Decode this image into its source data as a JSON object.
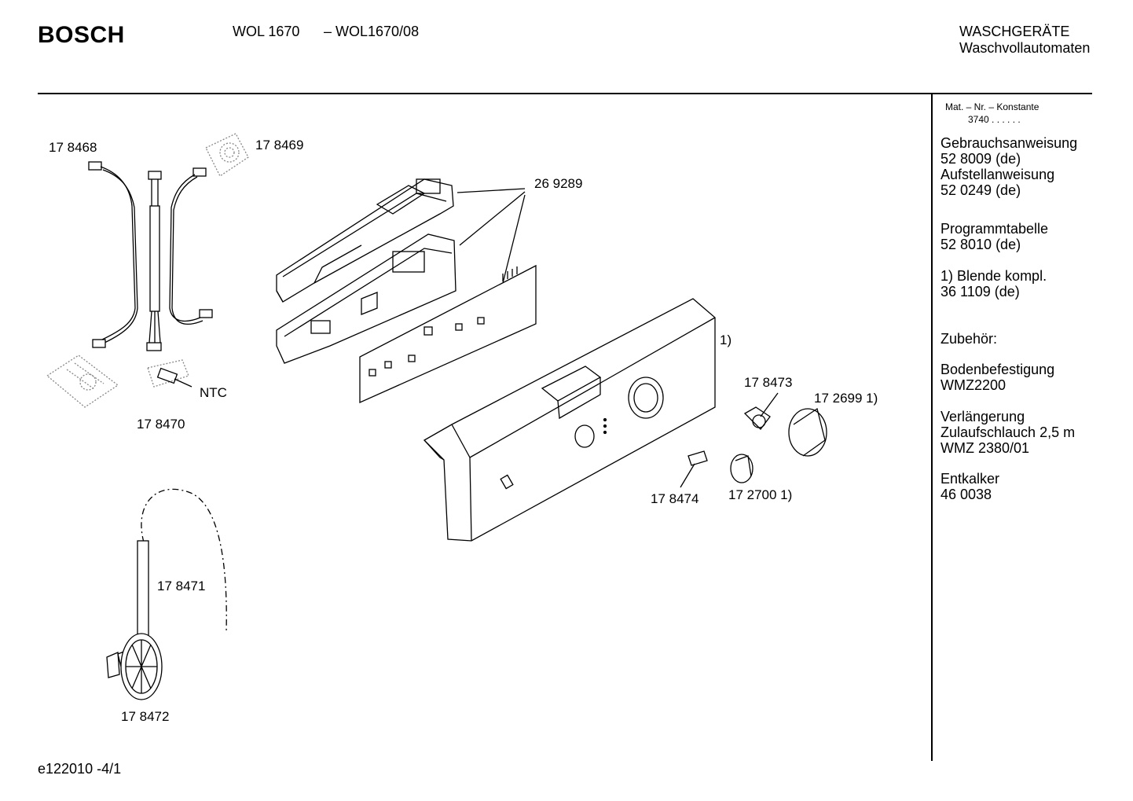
{
  "header": {
    "brand": "BOSCH",
    "model": "WOL 1670",
    "model_variant": "– WOL1670/08",
    "category": "WASCHGERÄTE",
    "subcategory": "Waschvollautomaten"
  },
  "sidebar": {
    "mat_label": "Mat. – Nr. – Konstante",
    "mat_value": "3740  .  .    .  .  .  .",
    "gebrauch_label": "Gebrauchsanweisung",
    "gebrauch_value": "52 8009 (de)",
    "aufstell_label": "Aufstellanweisung",
    "aufstell_value": "52 0249 (de)",
    "programm_label": "Programmtabelle",
    "programm_value": "52 8010 (de)",
    "blende_label": "1)  Blende kompl.",
    "blende_value": "36 1109 (de)",
    "zubehoer_label": "Zubehör:",
    "boden_label": "Bodenbefestigung",
    "boden_value": "WMZ2200",
    "verl_label": "Verlängerung",
    "verl_sub": "Zulaufschlauch 2,5 m",
    "verl_value": "WMZ 2380/01",
    "entkalker_label": "Entkalker",
    "entkalker_value": "46 0038"
  },
  "parts": {
    "p178468": "17 8468",
    "p178469": "17 8469",
    "p269289": "26 9289",
    "ntc": "NTC",
    "p178470": "17 8470",
    "ref1": "1)",
    "p178473": "17 8473",
    "p172699": "17 2699 1)",
    "p178474": "17 8474",
    "p172700": "17 2700 1)",
    "p178471": "17 8471",
    "p178472": "17 8472"
  },
  "footer": {
    "doc_id": "e122010 -4/1"
  }
}
